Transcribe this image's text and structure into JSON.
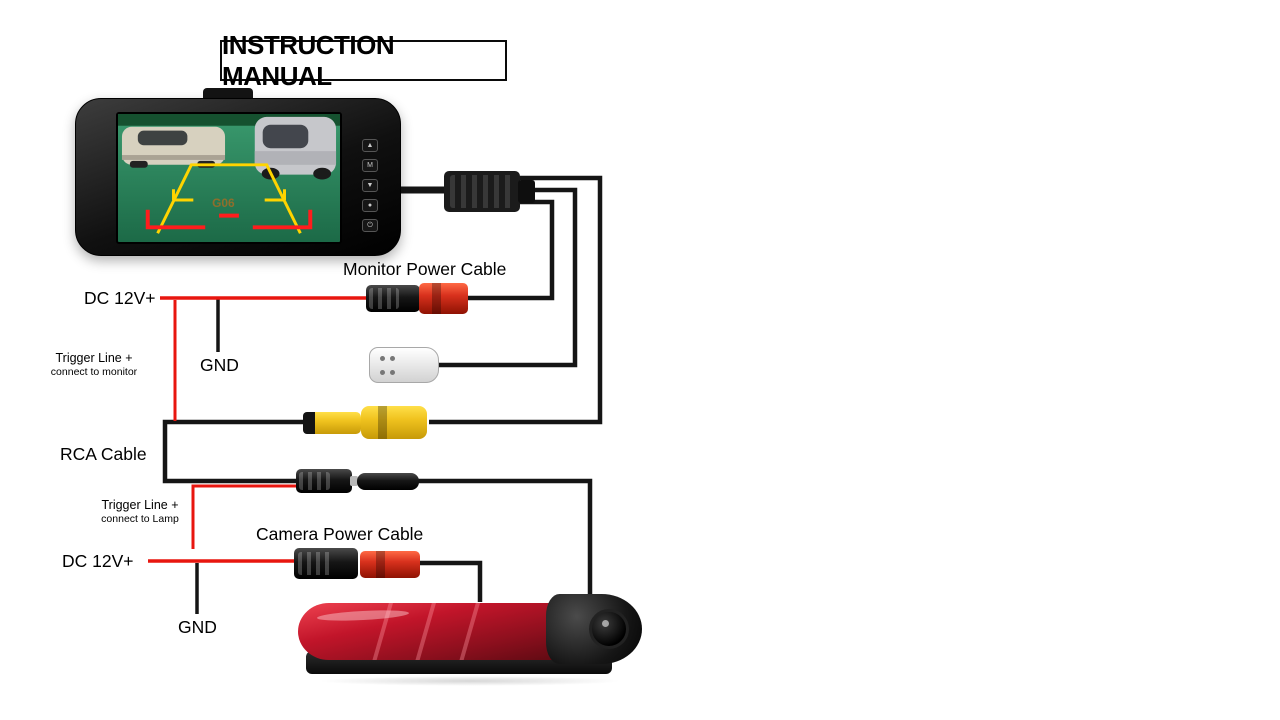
{
  "title": "INSTRUCTION MANUAL",
  "monitor": {
    "screen_label": "G06",
    "buttons": [
      {
        "name": "up",
        "glyph": "▲"
      },
      {
        "name": "menu",
        "glyph": "M"
      },
      {
        "name": "down",
        "glyph": "▼"
      },
      {
        "name": "select",
        "glyph": "●"
      },
      {
        "name": "power",
        "glyph": "⏻"
      }
    ]
  },
  "labels": {
    "monitor_power_cable": "Monitor Power Cable",
    "dc_12v_monitor": "DC 12V+",
    "gnd_monitor": "GND",
    "trigger_monitor_line1": "Trigger Line +",
    "trigger_monitor_line2": "connect to monitor",
    "rca_cable": "RCA Cable",
    "trigger_lamp_line1": "Trigger Line +",
    "trigger_lamp_line2": "connect to Lamp",
    "camera_power_cable": "Camera Power Cable",
    "dc_12v_camera": "DC 12V+",
    "gnd_camera": "GND"
  },
  "colors": {
    "wire_black": "#151515",
    "wire_red": "#e8160f",
    "connector_red": "#d8311d",
    "connector_yellow": "#f0c31f",
    "connector_white": "#f2f2f2",
    "camera_lens_red": "#b5121f",
    "guide_yellow": "#ffd400",
    "guide_red": "#ff1d1d"
  }
}
